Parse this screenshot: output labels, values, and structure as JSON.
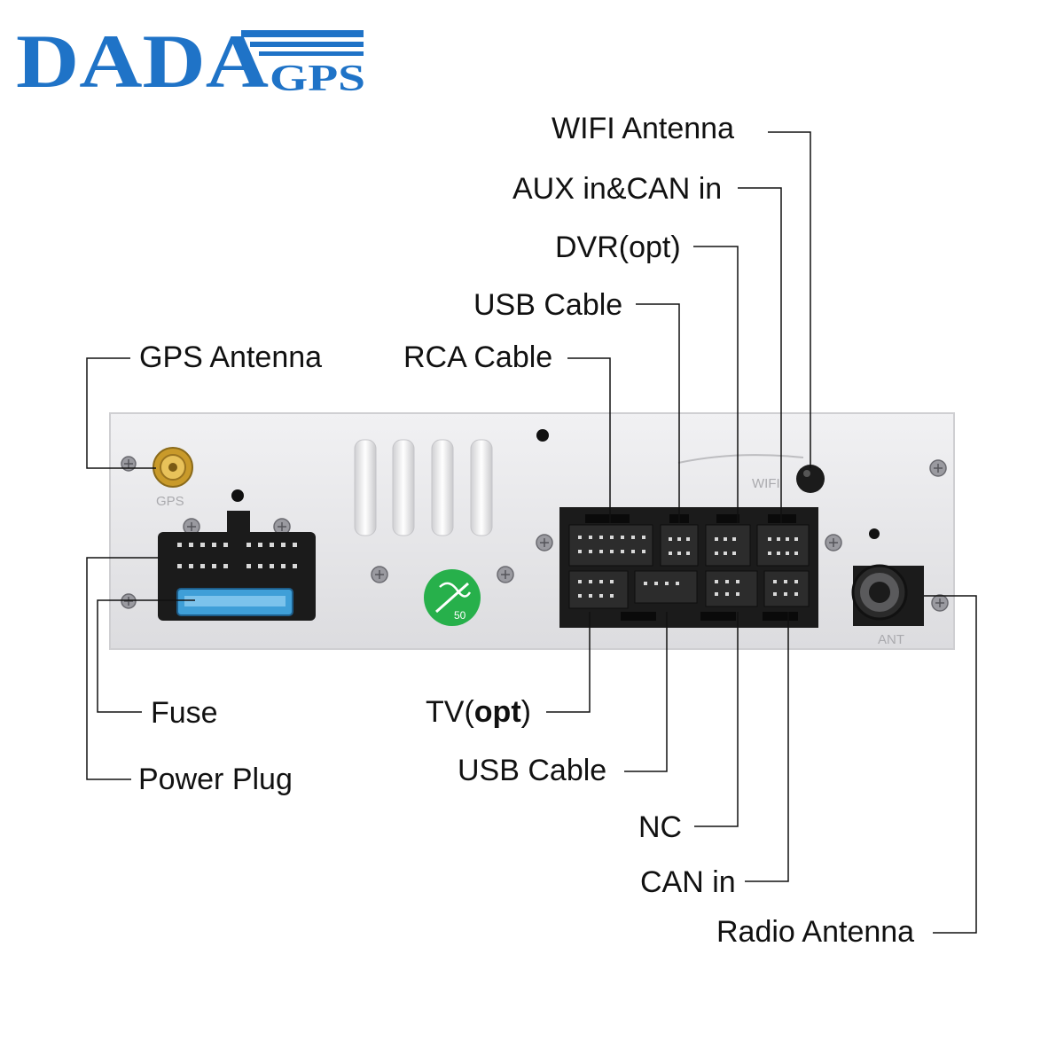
{
  "logo": {
    "brand": "DADA",
    "sub": "GPS",
    "color": "#1f73c7"
  },
  "labels": {
    "wifi_antenna": "WIFI Antenna",
    "aux_can_in": "AUX in&CAN in",
    "dvr": "DVR(opt)",
    "usb_cable_top": "USB Cable",
    "rca_cable": "RCA Cable",
    "gps_antenna": "GPS Antenna",
    "fuse": "Fuse",
    "power_plug": "Power Plug",
    "tv_prefix": "TV(",
    "tv_opt": "opt",
    "tv_suffix": ")",
    "usb_cable_bottom": "USB Cable",
    "nc": "NC",
    "can_in": "CAN in",
    "radio_antenna": "Radio Antenna"
  },
  "panel_marks": {
    "gps": "GPS",
    "wifi": "WIFI",
    "ant": "ANT",
    "cert": "50"
  },
  "colors": {
    "panel": "#e9e9eb",
    "connector": "#1b1b1b",
    "fuse": "#3f9fd8",
    "gps_gold": "#d4a936",
    "cert_green": "#27b04b"
  }
}
